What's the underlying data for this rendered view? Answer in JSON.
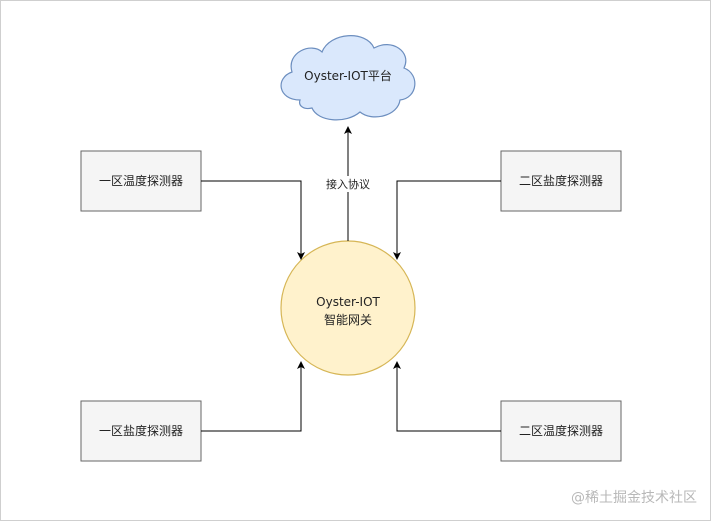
{
  "diagram": {
    "cloud": {
      "label": "Oyster-IOT平台",
      "fill": "#dae8fc",
      "stroke": "#6c8ebf"
    },
    "gateway": {
      "line1": "Oyster-IOT",
      "line2": "智能网关",
      "fill": "#fff2cc",
      "stroke": "#d6b656"
    },
    "edge_label": "接入协议",
    "sensors": {
      "top_left": "一区温度探测器",
      "top_right": "二区盐度探测器",
      "bottom_left": "一区盐度探测器",
      "bottom_right": "二区温度探测器"
    },
    "box_fill": "#f5f5f5",
    "box_stroke": "#666666"
  },
  "watermark": "@稀土掘金技术社区"
}
